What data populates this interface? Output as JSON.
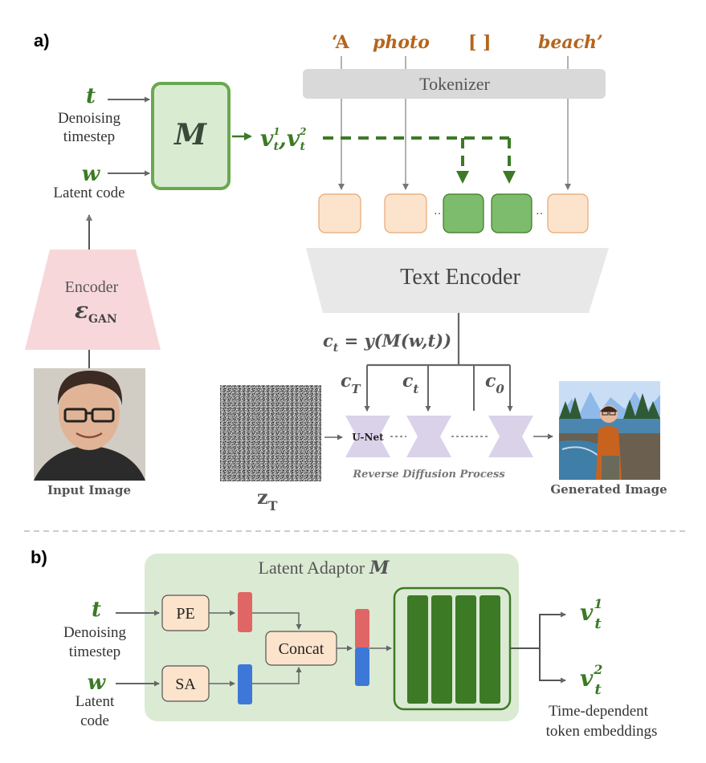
{
  "panel_a": {
    "label": "a)",
    "prompt_tokens": [
      "‘A",
      "photo",
      "[ ]",
      "beach’"
    ],
    "tokenizer_label": "Tokenizer",
    "t_symbol": "t",
    "t_desc_1": "Denoising",
    "t_desc_2": "timestep",
    "w_symbol": "w",
    "w_desc": "Latent code",
    "m_symbol": "M",
    "v1_symbol": "v",
    "v1_sup": "1",
    "v1_sub": "t",
    "comma": ",",
    "v2_symbol": "v",
    "v2_sup": "2",
    "v2_sub": "t",
    "encoder_label": "Encoder",
    "encoder_symbol": "ε",
    "encoder_sub": "GAN",
    "text_encoder_label": "Text  Encoder",
    "ct_formula_c": "c",
    "ct_formula_sub": "t",
    "ct_formula_rest": " = y(M(w,t))",
    "cT_c": "c",
    "cT_sub": "T",
    "ct_c": "c",
    "ct_sub": "t",
    "c0_c": "c",
    "c0_sub": "0",
    "unet_label": "U-Net",
    "reverse_label": "Reverse Diffusion Process",
    "input_image_label": "Input Image",
    "generated_image_label": "Generated Image",
    "z_symbol": "z",
    "z_sub": "T"
  },
  "panel_b": {
    "label": "b)",
    "adaptor_title": "Latent Adaptor",
    "adaptor_symbol": "M",
    "t_symbol": "t",
    "t_desc_1": "Denoising",
    "t_desc_2": "timestep",
    "w_symbol": "w",
    "w_desc_1": "Latent",
    "w_desc_2": "code",
    "pe_label": "PE",
    "sa_label": "SA",
    "concat_label": "Concat",
    "out1_symbol": "v",
    "out1_sub": "t",
    "out1_sup": "1",
    "out2_symbol": "v",
    "out2_sub": "t",
    "out2_sup": "2",
    "output_desc_1": "Time-dependent",
    "output_desc_2": "token embeddings"
  },
  "colors": {
    "green_dark": "#3c7a26",
    "green_box_fill": "#d9ecd2",
    "green_box_stroke": "#6aa84f",
    "token_orange_fill": "#fce3cc",
    "token_orange_stroke": "#e6a874",
    "token_green_fill": "#7cbc6c",
    "token_green_stroke": "#3c7a26",
    "prompt_text": "#b5651d",
    "tokenizer_fill": "#d9d9d9",
    "encoder_pink": "#f8d7da",
    "unet_purple": "#d9d2e9",
    "pe_red": "#e06666",
    "sa_blue": "#3d78d8",
    "adaptor_bg": "#dbead3",
    "gray_text": "#555555"
  }
}
